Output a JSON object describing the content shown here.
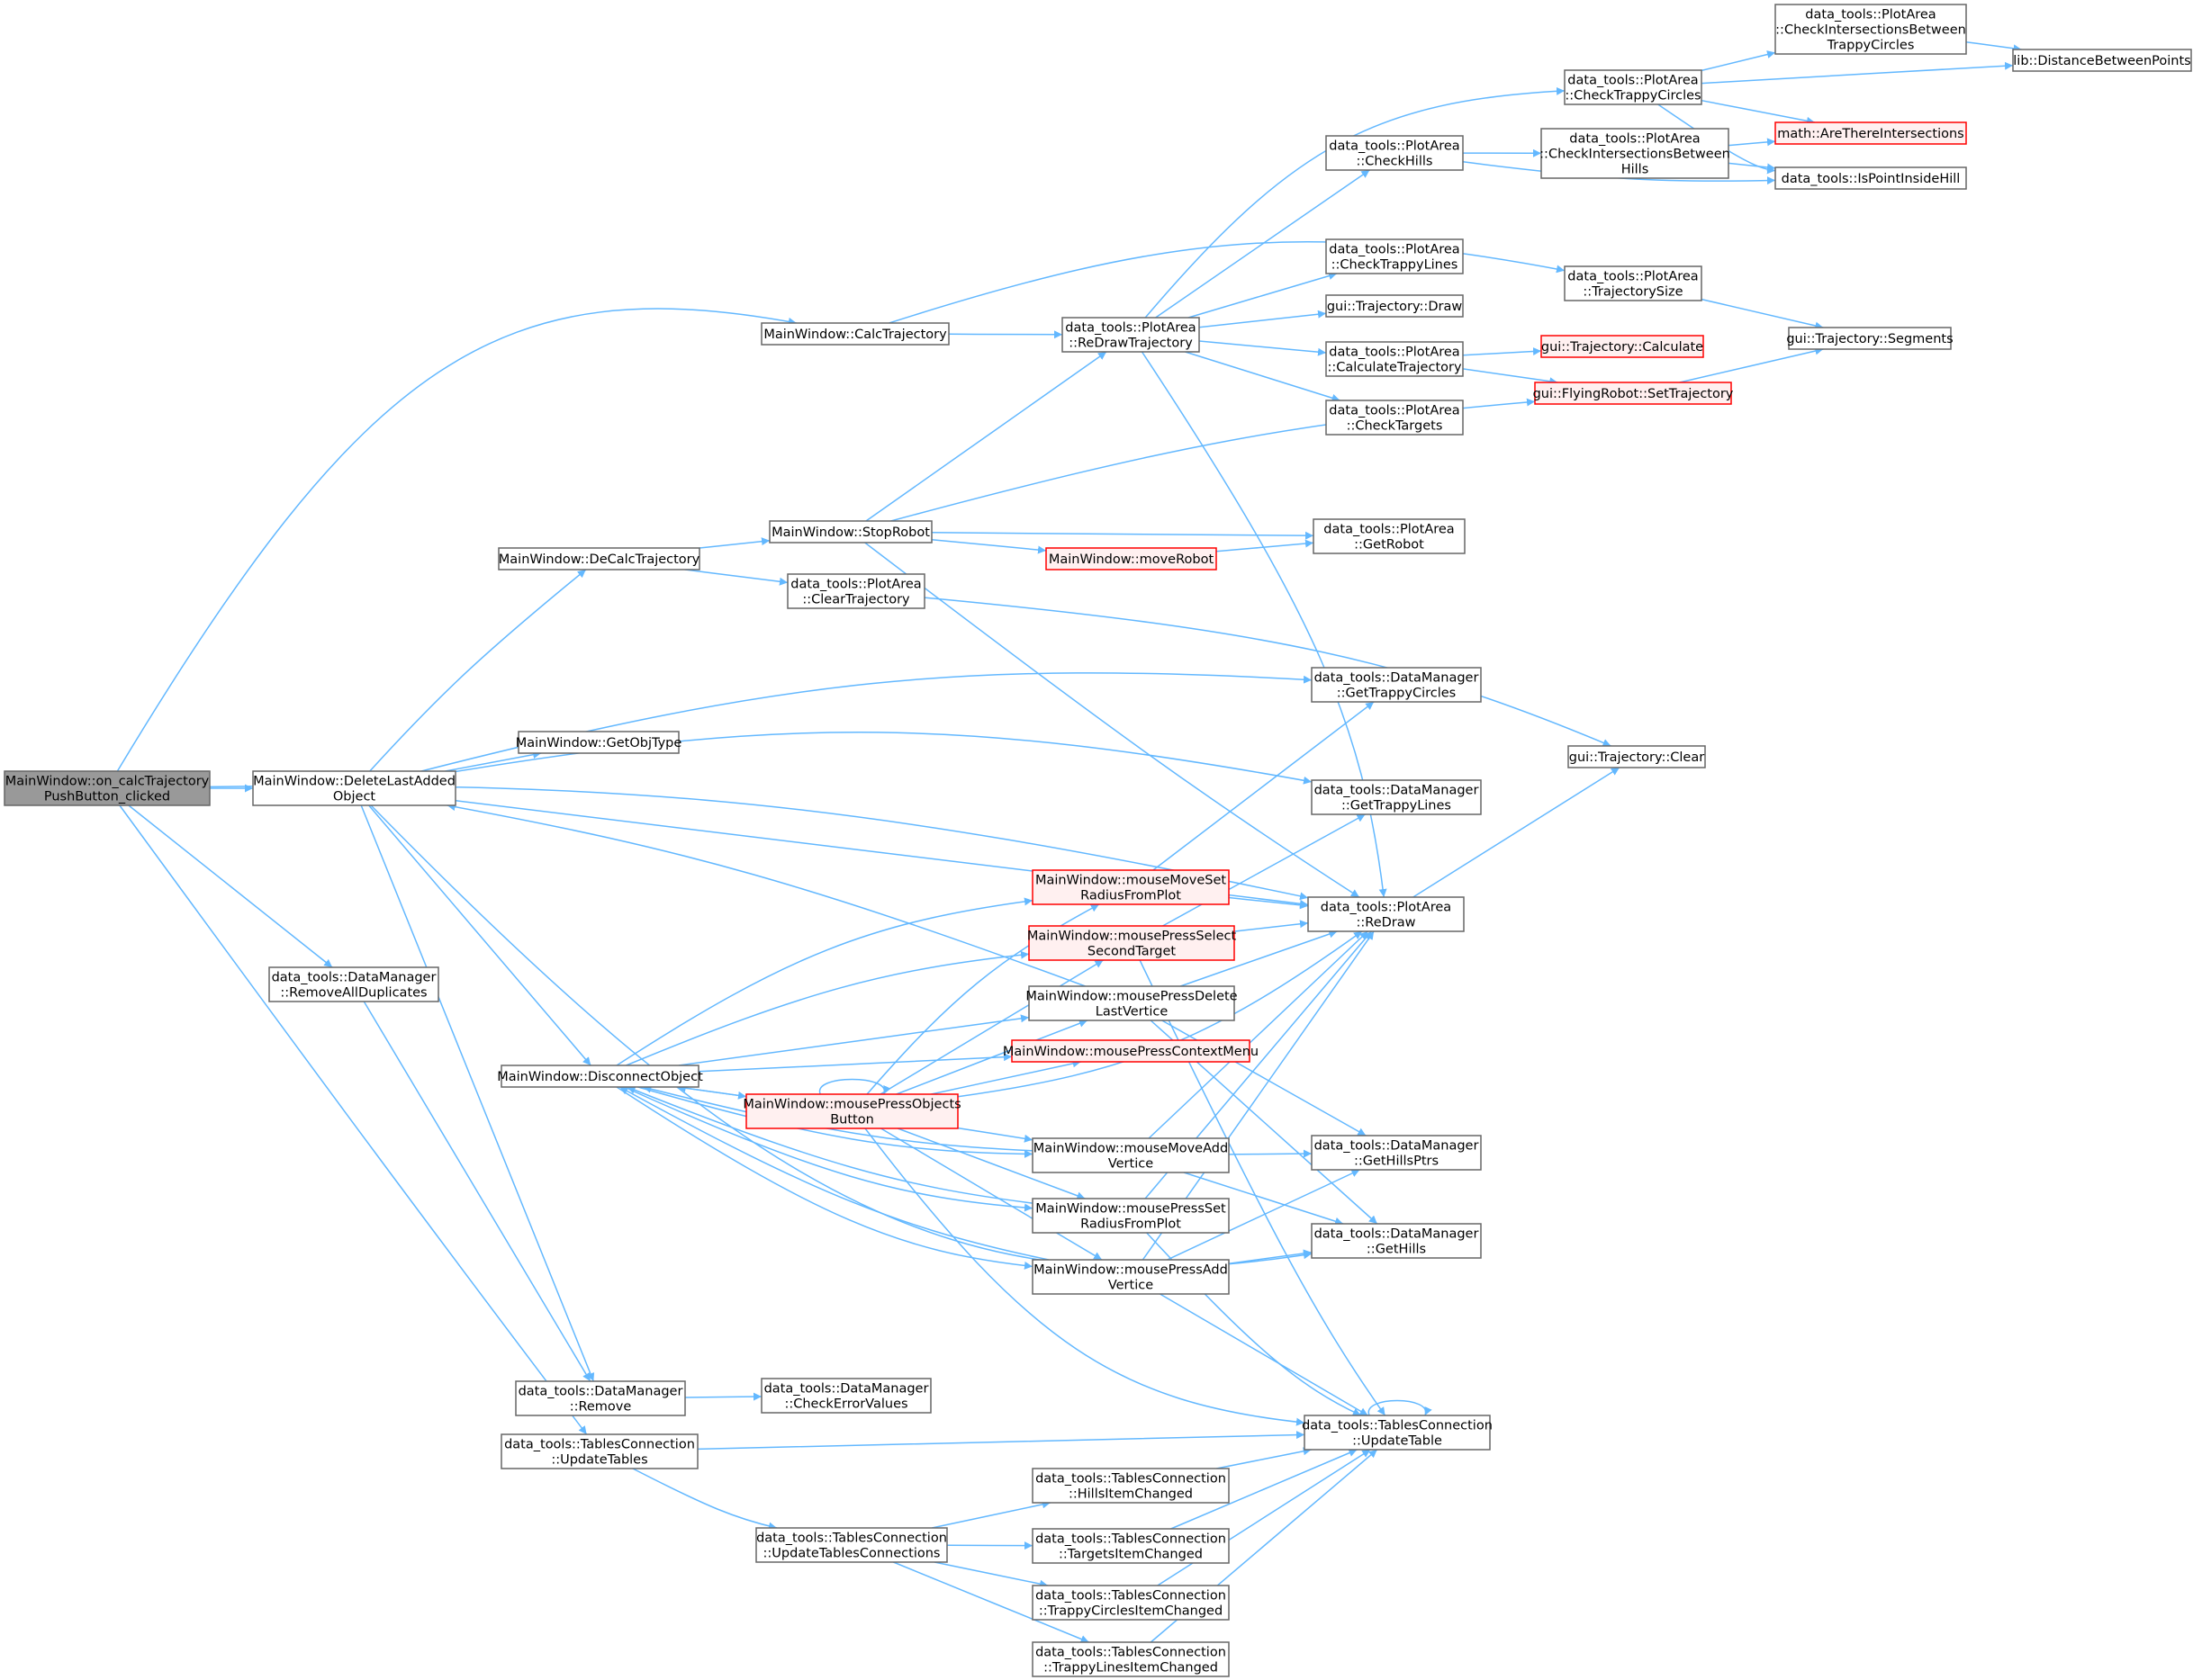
{
  "diagram": {
    "type": "call-graph",
    "colors": {
      "edge": "#63b8ff",
      "node_fill": "#ffffff",
      "node_stroke": "#666666",
      "root_fill": "#999999",
      "root_stroke": "#666666",
      "truncated_fill": "#fff0f0",
      "truncated_stroke": "#ff0000"
    },
    "nodes": [
      {
        "id": "n_on_calc",
        "kind": "root",
        "lines": [
          "MainWindow::on_calcTrajectory",
          "PushButton_clicked"
        ]
      },
      {
        "id": "n_delete_last",
        "kind": "normal",
        "lines": [
          "MainWindow::DeleteLastAdded",
          "Object"
        ]
      },
      {
        "id": "n_calc_traj",
        "kind": "normal",
        "lines": [
          "MainWindow::CalcTrajectory"
        ]
      },
      {
        "id": "n_remove_dups",
        "kind": "normal",
        "lines": [
          "data_tools::DataManager",
          "::RemoveAllDuplicates"
        ]
      },
      {
        "id": "n_update_tables",
        "kind": "normal",
        "lines": [
          "data_tools::TablesConnection",
          "::UpdateTables"
        ]
      },
      {
        "id": "n_decalc",
        "kind": "normal",
        "lines": [
          "MainWindow::DeCalcTrajectory"
        ]
      },
      {
        "id": "n_getobjtype",
        "kind": "normal",
        "lines": [
          "MainWindow::GetObjType"
        ]
      },
      {
        "id": "n_disconnect",
        "kind": "normal",
        "lines": [
          "MainWindow::DisconnectObject"
        ]
      },
      {
        "id": "n_dm_remove",
        "kind": "normal",
        "lines": [
          "data_tools::DataManager",
          "::Remove"
        ]
      },
      {
        "id": "n_stoprobot",
        "kind": "normal",
        "lines": [
          "MainWindow::StopRobot"
        ]
      },
      {
        "id": "n_cleartraj_pa",
        "kind": "normal",
        "lines": [
          "data_tools::PlotArea",
          "::ClearTrajectory"
        ]
      },
      {
        "id": "n_redrawtraj",
        "kind": "normal",
        "lines": [
          "data_tools::PlotArea",
          "::ReDrawTrajectory"
        ]
      },
      {
        "id": "n_moverobot",
        "kind": "truncated",
        "lines": [
          "MainWindow::moveRobot"
        ]
      },
      {
        "id": "n_ms_moveset",
        "kind": "truncated",
        "lines": [
          "MainWindow::mouseMoveSet",
          "RadiusFromPlot"
        ]
      },
      {
        "id": "n_mp_selsecond",
        "kind": "truncated",
        "lines": [
          "MainWindow::mousePressSelect",
          "SecondTarget"
        ]
      },
      {
        "id": "n_mp_delvert",
        "kind": "normal",
        "lines": [
          "MainWindow::mousePressDelete",
          "LastVertice"
        ]
      },
      {
        "id": "n_mp_context",
        "kind": "truncated",
        "lines": [
          "MainWindow::mousePressContextMenu"
        ]
      },
      {
        "id": "n_mp_objects",
        "kind": "truncated",
        "lines": [
          "MainWindow::mousePressObjects",
          "Button"
        ]
      },
      {
        "id": "n_mm_addvert",
        "kind": "normal",
        "lines": [
          "MainWindow::mouseMoveAdd",
          "Vertice"
        ]
      },
      {
        "id": "n_mp_setradius",
        "kind": "normal",
        "lines": [
          "MainWindow::mousePressSet",
          "RadiusFromPlot"
        ]
      },
      {
        "id": "n_mp_addvert",
        "kind": "normal",
        "lines": [
          "MainWindow::mousePressAdd",
          "Vertice"
        ]
      },
      {
        "id": "n_dm_checkerr",
        "kind": "normal",
        "lines": [
          "data_tools::DataManager",
          "::CheckErrorValues"
        ]
      },
      {
        "id": "n_update_tc",
        "kind": "normal",
        "lines": [
          "data_tools::TablesConnection",
          "::UpdateTablesConnections"
        ]
      },
      {
        "id": "n_hills_changed",
        "kind": "normal",
        "lines": [
          "data_tools::TablesConnection",
          "::HillsItemChanged"
        ]
      },
      {
        "id": "n_targets_changed",
        "kind": "normal",
        "lines": [
          "data_tools::TablesConnection",
          "::TargetsItemChanged"
        ]
      },
      {
        "id": "n_trappycircles_changed",
        "kind": "normal",
        "lines": [
          "data_tools::TablesConnection",
          "::TrappyCirclesItemChanged"
        ]
      },
      {
        "id": "n_trappylines_changed",
        "kind": "normal",
        "lines": [
          "data_tools::TablesConnection",
          "::TrappyLinesItemChanged"
        ]
      },
      {
        "id": "n_checkhills",
        "kind": "normal",
        "lines": [
          "data_tools::PlotArea",
          "::CheckHills"
        ]
      },
      {
        "id": "n_checktrappylines",
        "kind": "normal",
        "lines": [
          "data_tools::PlotArea",
          "::CheckTrappyLines"
        ]
      },
      {
        "id": "n_traj_draw",
        "kind": "normal",
        "lines": [
          "gui::Trajectory::Draw"
        ]
      },
      {
        "id": "n_calctraj_pa",
        "kind": "normal",
        "lines": [
          "data_tools::PlotArea",
          "::CalculateTrajectory"
        ]
      },
      {
        "id": "n_checktargets",
        "kind": "normal",
        "lines": [
          "data_tools::PlotArea",
          "::CheckTargets"
        ]
      },
      {
        "id": "n_getrobot",
        "kind": "normal",
        "lines": [
          "data_tools::PlotArea",
          "::GetRobot"
        ]
      },
      {
        "id": "n_gettrappycircles",
        "kind": "normal",
        "lines": [
          "data_tools::DataManager",
          "::GetTrappyCircles"
        ]
      },
      {
        "id": "n_gettrappylines",
        "kind": "normal",
        "lines": [
          "data_tools::DataManager",
          "::GetTrappyLines"
        ]
      },
      {
        "id": "n_redraw",
        "kind": "normal",
        "lines": [
          "data_tools::PlotArea",
          "::ReDraw"
        ]
      },
      {
        "id": "n_gethillsptrs",
        "kind": "normal",
        "lines": [
          "data_tools::DataManager",
          "::GetHillsPtrs"
        ]
      },
      {
        "id": "n_gethills",
        "kind": "normal",
        "lines": [
          "data_tools::DataManager",
          "::GetHills"
        ]
      },
      {
        "id": "n_updatetable",
        "kind": "normal",
        "lines": [
          "data_tools::TablesConnection",
          "::UpdateTable"
        ]
      },
      {
        "id": "n_checktrappycircles",
        "kind": "normal",
        "lines": [
          "data_tools::PlotArea",
          "::CheckTrappyCircles"
        ]
      },
      {
        "id": "n_checkintersections_hills",
        "kind": "normal",
        "lines": [
          "data_tools::PlotArea",
          "::CheckIntersectionsBetween",
          "Hills"
        ]
      },
      {
        "id": "n_trajsize",
        "kind": "normal",
        "lines": [
          "data_tools::PlotArea",
          "::TrajectorySize"
        ]
      },
      {
        "id": "n_traj_calculate",
        "kind": "truncated",
        "lines": [
          "gui::Trajectory::Calculate"
        ]
      },
      {
        "id": "n_setrajectory",
        "kind": "truncated",
        "lines": [
          "gui::FlyingRobot::SetTrajectory"
        ]
      },
      {
        "id": "n_traj_clear",
        "kind": "normal",
        "lines": [
          "gui::Trajectory::Clear"
        ]
      },
      {
        "id": "n_checkintersections_tc",
        "kind": "normal",
        "lines": [
          "data_tools::PlotArea",
          "::CheckIntersectionsBetween",
          "TrappyCircles"
        ]
      },
      {
        "id": "n_distance",
        "kind": "normal",
        "lines": [
          "lib::DistanceBetweenPoints"
        ]
      },
      {
        "id": "n_arethere",
        "kind": "truncated",
        "lines": [
          "math::AreThereIntersections"
        ]
      },
      {
        "id": "n_ispointinside",
        "kind": "normal",
        "lines": [
          "data_tools::IsPointInsideHill"
        ]
      },
      {
        "id": "n_segments",
        "kind": "normal",
        "lines": [
          "gui::Trajectory::Segments"
        ]
      }
    ],
    "edges": [
      [
        "n_on_calc",
        "n_delete_last"
      ],
      [
        "n_on_calc",
        "n_calc_traj"
      ],
      [
        "n_on_calc",
        "n_remove_dups"
      ],
      [
        "n_on_calc",
        "n_update_tables"
      ],
      [
        "n_on_calc",
        "n_redraw"
      ],
      [
        "n_delete_last",
        "n_decalc"
      ],
      [
        "n_delete_last",
        "n_getobjtype"
      ],
      [
        "n_delete_last",
        "n_disconnect"
      ],
      [
        "n_delete_last",
        "n_dm_remove"
      ],
      [
        "n_delete_last",
        "n_gettrappycircles"
      ],
      [
        "n_delete_last",
        "n_gettrappylines"
      ],
      [
        "n_delete_last",
        "n_redraw"
      ],
      [
        "n_delete_last",
        "n_gethills"
      ],
      [
        "n_calc_traj",
        "n_redrawtraj"
      ],
      [
        "n_calc_traj",
        "n_trajsize"
      ],
      [
        "n_remove_dups",
        "n_dm_remove"
      ],
      [
        "n_update_tables",
        "n_updatetable"
      ],
      [
        "n_update_tables",
        "n_update_tc"
      ],
      [
        "n_decalc",
        "n_stoprobot"
      ],
      [
        "n_decalc",
        "n_cleartraj_pa"
      ],
      [
        "n_stoprobot",
        "n_redrawtraj"
      ],
      [
        "n_stoprobot",
        "n_moverobot"
      ],
      [
        "n_stoprobot",
        "n_getrobot"
      ],
      [
        "n_stoprobot",
        "n_setrajectory"
      ],
      [
        "n_stoprobot",
        "n_redraw"
      ],
      [
        "n_cleartraj_pa",
        "n_traj_clear"
      ],
      [
        "n_moverobot",
        "n_getrobot"
      ],
      [
        "n_redrawtraj",
        "n_checkhills"
      ],
      [
        "n_redrawtraj",
        "n_checktrappylines"
      ],
      [
        "n_redrawtraj",
        "n_traj_draw"
      ],
      [
        "n_redrawtraj",
        "n_calctraj_pa"
      ],
      [
        "n_redrawtraj",
        "n_checktargets"
      ],
      [
        "n_redrawtraj",
        "n_checktrappycircles"
      ],
      [
        "n_redrawtraj",
        "n_redraw"
      ],
      [
        "n_checkhills",
        "n_checkintersections_hills"
      ],
      [
        "n_checkhills",
        "n_ispointinside"
      ],
      [
        "n_checkintersections_hills",
        "n_arethere"
      ],
      [
        "n_checkintersections_hills",
        "n_ispointinside"
      ],
      [
        "n_checktrappycircles",
        "n_checkintersections_tc"
      ],
      [
        "n_checktrappycircles",
        "n_distance"
      ],
      [
        "n_checktrappycircles",
        "n_arethere"
      ],
      [
        "n_checktrappycircles",
        "n_ispointinside"
      ],
      [
        "n_checkintersections_tc",
        "n_distance"
      ],
      [
        "n_calctraj_pa",
        "n_traj_calculate"
      ],
      [
        "n_calctraj_pa",
        "n_setrajectory"
      ],
      [
        "n_trajsize",
        "n_segments"
      ],
      [
        "n_setrajectory",
        "n_segments"
      ],
      [
        "n_redraw",
        "n_traj_clear"
      ],
      [
        "n_disconnect",
        "n_ms_moveset"
      ],
      [
        "n_disconnect",
        "n_mp_selsecond"
      ],
      [
        "n_disconnect",
        "n_mp_delvert"
      ],
      [
        "n_disconnect",
        "n_mp_context"
      ],
      [
        "n_disconnect",
        "n_mp_objects"
      ],
      [
        "n_disconnect",
        "n_mm_addvert"
      ],
      [
        "n_disconnect",
        "n_mp_setradius"
      ],
      [
        "n_disconnect",
        "n_mp_addvert"
      ],
      [
        "n_mp_delvert",
        "n_delete_last"
      ],
      [
        "n_mp_objects",
        "n_mp_objects"
      ],
      [
        "n_mp_objects",
        "n_disconnect"
      ],
      [
        "n_mp_objects",
        "n_ms_moveset"
      ],
      [
        "n_mp_objects",
        "n_mp_selsecond"
      ],
      [
        "n_mp_objects",
        "n_mp_delvert"
      ],
      [
        "n_mp_objects",
        "n_mp_context"
      ],
      [
        "n_mp_objects",
        "n_mm_addvert"
      ],
      [
        "n_mp_objects",
        "n_mp_setradius"
      ],
      [
        "n_mp_objects",
        "n_mp_addvert"
      ],
      [
        "n_mp_objects",
        "n_redraw"
      ],
      [
        "n_mp_objects",
        "n_updatetable"
      ],
      [
        "n_ms_moveset",
        "n_gettrappycircles"
      ],
      [
        "n_ms_moveset",
        "n_redraw"
      ],
      [
        "n_mp_selsecond",
        "n_gettrappylines"
      ],
      [
        "n_mp_selsecond",
        "n_redraw"
      ],
      [
        "n_mp_selsecond",
        "n_updatetable"
      ],
      [
        "n_mp_delvert",
        "n_redraw"
      ],
      [
        "n_mp_delvert",
        "n_gethillsptrs"
      ],
      [
        "n_mp_delvert",
        "n_gethills"
      ],
      [
        "n_mm_addvert",
        "n_redraw"
      ],
      [
        "n_mm_addvert",
        "n_gethillsptrs"
      ],
      [
        "n_mm_addvert",
        "n_gethills"
      ],
      [
        "n_mm_addvert",
        "n_disconnect"
      ],
      [
        "n_mp_setradius",
        "n_redraw"
      ],
      [
        "n_mp_setradius",
        "n_updatetable"
      ],
      [
        "n_mp_setradius",
        "n_disconnect"
      ],
      [
        "n_mp_addvert",
        "n_redraw"
      ],
      [
        "n_mp_addvert",
        "n_gethillsptrs"
      ],
      [
        "n_mp_addvert",
        "n_gethills"
      ],
      [
        "n_mp_addvert",
        "n_updatetable"
      ],
      [
        "n_mp_addvert",
        "n_disconnect"
      ],
      [
        "n_dm_remove",
        "n_dm_checkerr"
      ],
      [
        "n_update_tc",
        "n_hills_changed"
      ],
      [
        "n_update_tc",
        "n_targets_changed"
      ],
      [
        "n_update_tc",
        "n_trappycircles_changed"
      ],
      [
        "n_update_tc",
        "n_trappylines_changed"
      ],
      [
        "n_hills_changed",
        "n_updatetable"
      ],
      [
        "n_targets_changed",
        "n_updatetable"
      ],
      [
        "n_trappycircles_changed",
        "n_updatetable"
      ],
      [
        "n_trappylines_changed",
        "n_updatetable"
      ],
      [
        "n_updatetable",
        "n_updatetable"
      ]
    ]
  }
}
